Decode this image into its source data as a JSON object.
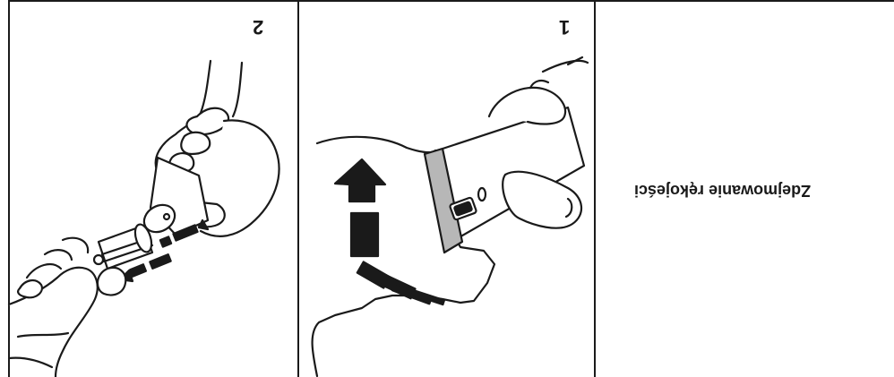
{
  "section": {
    "heading": "Zdejmowanie rękojeści"
  },
  "steps": [
    {
      "number": "1"
    },
    {
      "number": "2"
    }
  ],
  "colors": {
    "ink": "#1a1a1a",
    "collar_gray": "#b7b7b7",
    "paper": "#ffffff"
  },
  "icons": [
    "hand-icon",
    "rotation-arrow-icon",
    "push-pull-arrows-icon"
  ]
}
